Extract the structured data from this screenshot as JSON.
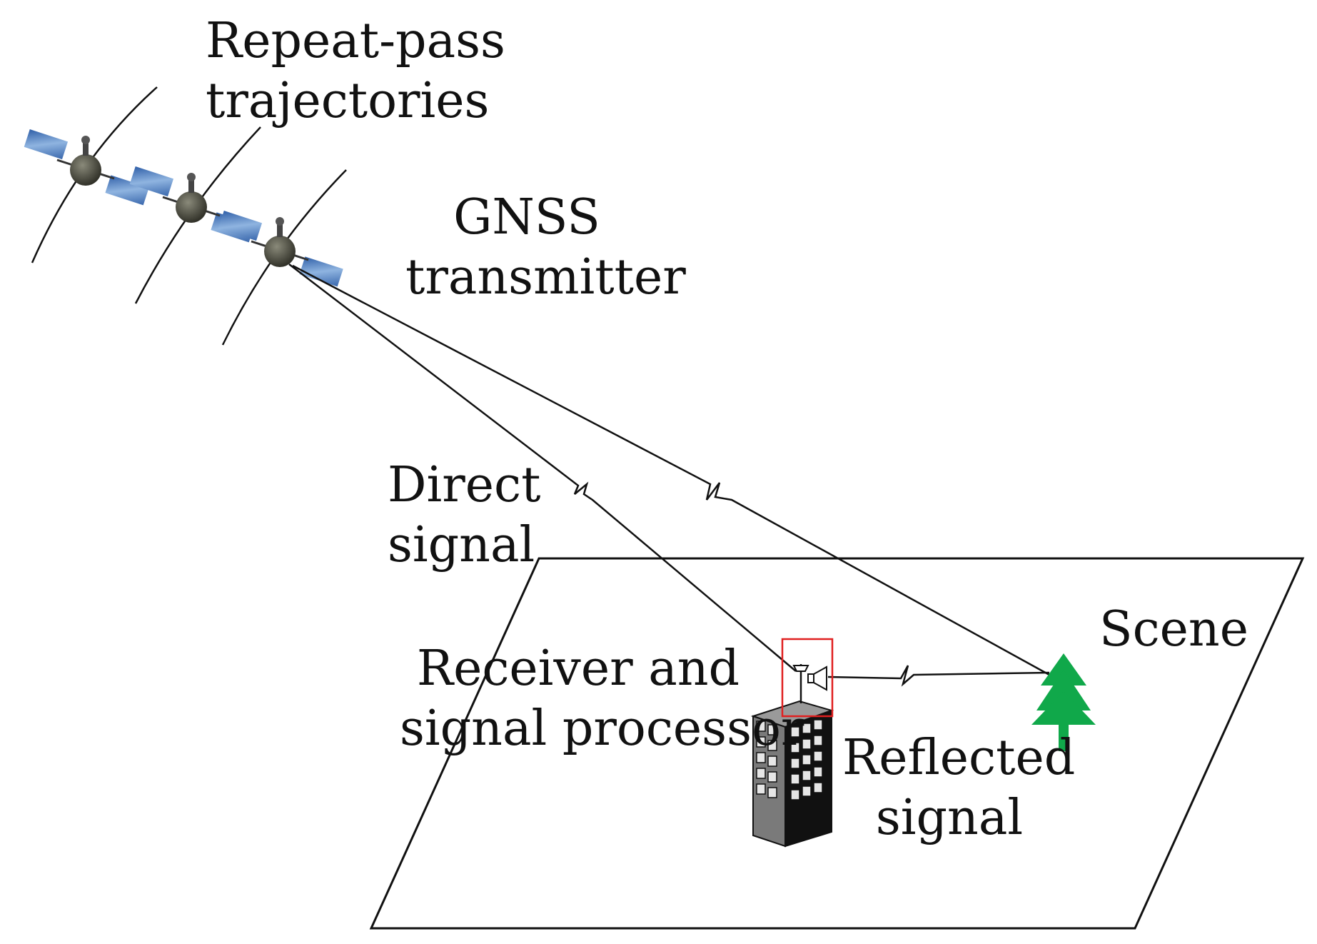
{
  "labels": {
    "trajectories": [
      "Repeat-pass",
      "trajectories"
    ],
    "transmitter": [
      "GNSS",
      "transmitter"
    ],
    "direct": [
      "Direct",
      "signal"
    ],
    "scene": "Scene",
    "receiver": [
      "Receiver and",
      "signal processor"
    ],
    "reflected": [
      "Reflected",
      "signal"
    ]
  },
  "colors": {
    "line": "#111111",
    "highlight_box": "#e02020",
    "tree": "#10a84a",
    "building_front": "#7a7a7a",
    "building_side": "#111111",
    "window": "#e6e6e6",
    "panel": "#4f7fc0"
  },
  "icons": [
    "satellite-icon",
    "building-icon",
    "tree-icon",
    "antenna-icon",
    "horn-antenna-icon"
  ]
}
